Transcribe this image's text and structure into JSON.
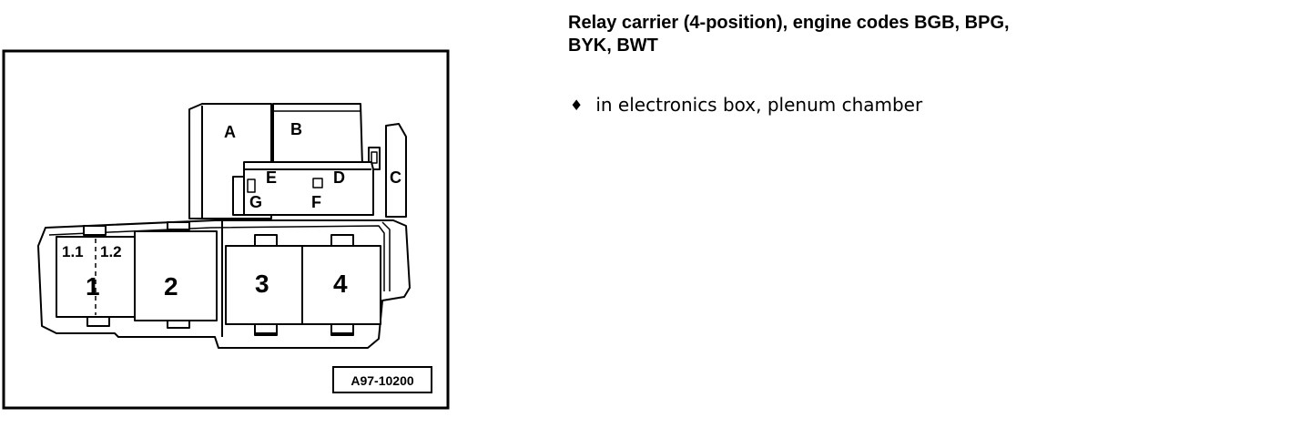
{
  "title_line1": "Relay carrier (4-position), engine codes BGB, BPG,",
  "title_line2": "BYK, BWT",
  "bullet": {
    "marker": "♦",
    "text": "in electronics box, plenum chamber"
  },
  "labels": {
    "A": "A",
    "B": "B",
    "C": "C",
    "D": "D",
    "E": "E",
    "F": "F",
    "G": "G",
    "p1_1": "1.1",
    "p1_2": "1.2",
    "p1": "1",
    "p2": "2",
    "p3": "3",
    "p4": "4"
  },
  "figure_id": "A97-10200"
}
